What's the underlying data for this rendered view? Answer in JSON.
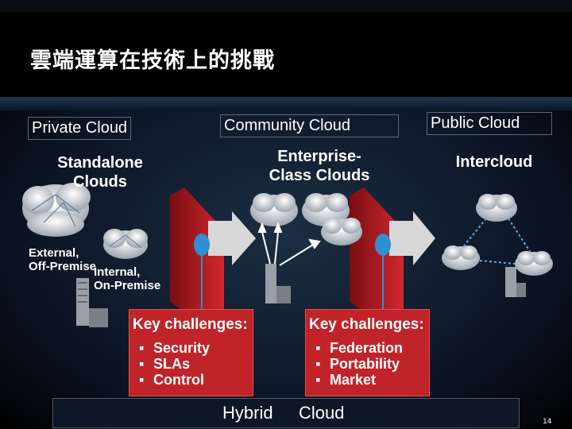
{
  "slide": {
    "title": "雲端運算在技術上的挑戰",
    "labels": {
      "private": "Private Cloud",
      "community": "Community Cloud",
      "public": "Public Cloud",
      "hybrid_word1": "Hybrid",
      "hybrid_word2": "Cloud"
    },
    "headings": {
      "standalone_line1": "Standalone",
      "standalone_line2": "Clouds",
      "enterprise_line1": "Enterprise-",
      "enterprise_line2": "Class Clouds",
      "intercloud": "Intercloud"
    },
    "sublabels": {
      "external_line1": "External,",
      "external_line2": "Off-Premise",
      "internal_line1": "Internal,",
      "internal_line2": "On-Premise"
    },
    "challenges_left": {
      "heading": "Key challenges:",
      "items": [
        "Security",
        "SLAs",
        "Control"
      ]
    },
    "challenges_right": {
      "heading": "Key challenges:",
      "items": [
        "Federation",
        "Portability",
        "Market"
      ]
    },
    "page_number": "14",
    "colors": {
      "accent_red": "#c0242a",
      "background": "#000000",
      "arrow": "#d8d8d8"
    }
  }
}
